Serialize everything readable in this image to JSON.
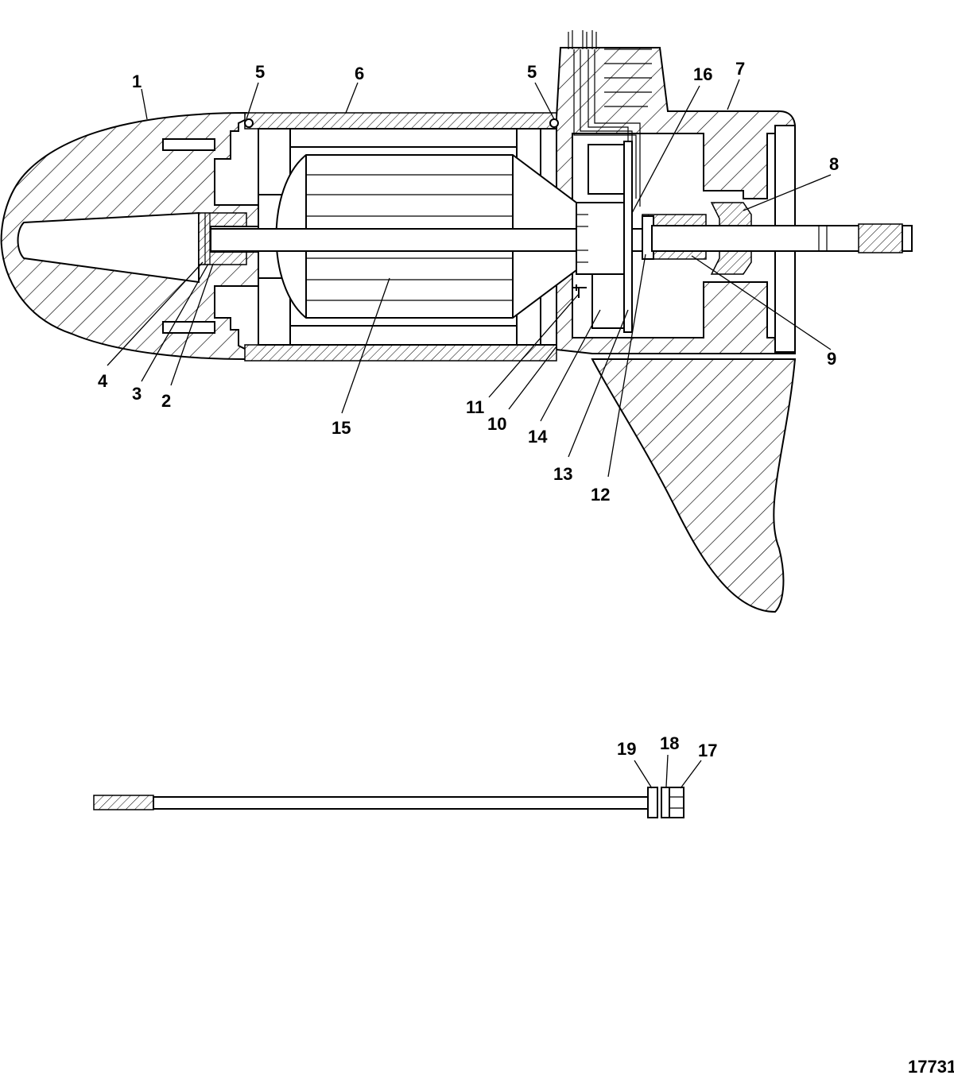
{
  "figure_id": "17731",
  "callouts": [
    {
      "id": "c1",
      "label": "1"
    },
    {
      "id": "c2",
      "label": "2"
    },
    {
      "id": "c3",
      "label": "3"
    },
    {
      "id": "c4",
      "label": "4"
    },
    {
      "id": "c5a",
      "label": "5"
    },
    {
      "id": "c5b",
      "label": "5"
    },
    {
      "id": "c6",
      "label": "6"
    },
    {
      "id": "c7",
      "label": "7"
    },
    {
      "id": "c8",
      "label": "8"
    },
    {
      "id": "c9",
      "label": "9"
    },
    {
      "id": "c10",
      "label": "10"
    },
    {
      "id": "c11",
      "label": "11"
    },
    {
      "id": "c12",
      "label": "12"
    },
    {
      "id": "c13",
      "label": "13"
    },
    {
      "id": "c14",
      "label": "14"
    },
    {
      "id": "c15",
      "label": "15"
    },
    {
      "id": "c16",
      "label": "16"
    },
    {
      "id": "c17",
      "label": "17"
    },
    {
      "id": "c18",
      "label": "18"
    },
    {
      "id": "c19",
      "label": "19"
    }
  ]
}
